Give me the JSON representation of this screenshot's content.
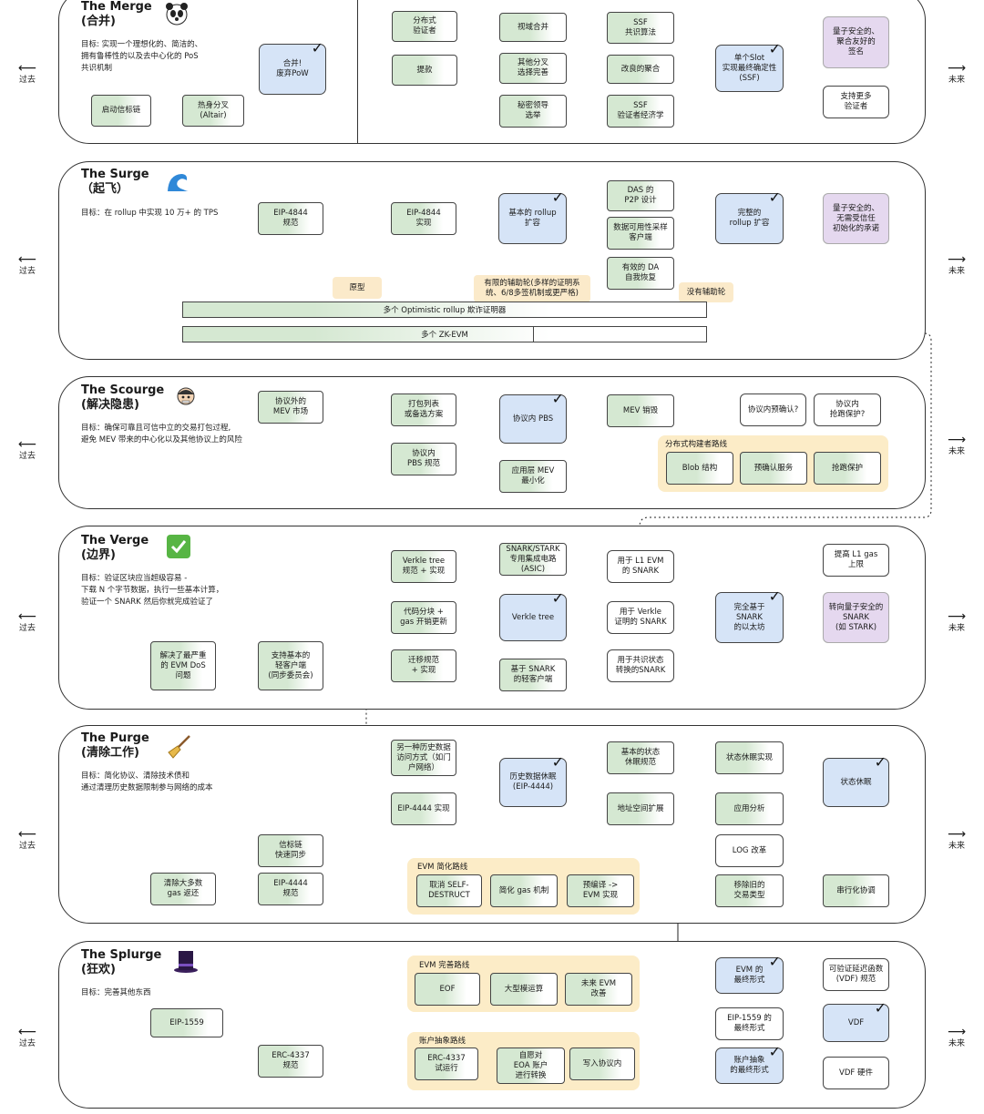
{
  "time": {
    "past": "过去",
    "future": "未来"
  },
  "panels": [
    {
      "title": "The Merge\n(合并)",
      "goal": "目标: 实现一个理想化的、简洁的、\n拥有鲁棒性的以及去中心化的 PoS\n共识机制",
      "icon": "panda-icon",
      "nodes": {
        "start_chain": "启动信标链",
        "altair": "热身分叉\n(Altair)",
        "merge": "合并!\n废弃PoW",
        "dvt": "分布式\n验证者",
        "withdraw": "提款",
        "view_merge": "视域合并",
        "other_forks": "其他分叉\n选择完善",
        "secret_leader": "秘密领导\n选举",
        "ssf_consensus": "SSF\n共识算法",
        "better_agg": "改良的聚合",
        "ssf_econ": "SSF\n验证者经济学",
        "ssf": "单个Slot\n实现最终确定性\n(SSF)",
        "quantum_sig": "量子安全的、\n聚合友好的\n签名",
        "more_validators": "支持更多\n验证者"
      }
    },
    {
      "title": "The Surge\n（起飞）",
      "goal": "目标：在 rollup 中实现 10 万+ 的 TPS",
      "icon": "wave-icon",
      "nodes": {
        "eip4844_spec": "EIP-4844\n规范",
        "eip4844_impl": "EIP-4844\n实现",
        "basic_rollup": "基本的 rollup\n扩容",
        "das_p2p": "DAS 的\nP2P 设计",
        "das_client": "数据可用性采样\n客户端",
        "da_repair": "有效的 DA\n自我恢复",
        "full_rollup": "完整的\nrollup 扩容",
        "quantum_setup": "量子安全的、\n无需受信任\n初始化的承诺",
        "prototype": "原型",
        "limited_wheels": "有限的辅助轮(多样的证明系\n统、6/8多签机制或更严格)",
        "no_wheels": "没有辅助轮",
        "optimistic": "多个 Optimistic rollup 欺诈证明器",
        "zkevm": "多个 ZK-EVM"
      }
    },
    {
      "title": "The Scourge\n(解决隐患)",
      "goal": "目标：确保可靠且可信中立的交易打包过程,\n避免 MEV 带来的中心化以及其他协议上的风险",
      "icon": "face-icon",
      "nodes": {
        "extra_mev": "协议外的\nMEV 市场",
        "inclusion_list": "打包列表\n或备选方案",
        "pbs_spec": "协议内\nPBS 规范",
        "epbs": "协议内 PBS",
        "app_mev": "应用层 MEV\n最小化",
        "mev_burn": "MEV 销毁",
        "preconf": "协议内预确认?",
        "frontrun": "协议内\n抢跑保护?",
        "dist_route": "分布式构建者路线",
        "blob_struct": "Blob 结构",
        "preconf_svc": "预确认服务",
        "frontrun_prot": "抢跑保护"
      }
    },
    {
      "title": "The Verge\n(边界)",
      "goal": "目标：验证区块应当超级容易 -\n下载 N 个字节数据，执行一些基本计算，\n验证一个 SNARK 然后你就完成验证了",
      "icon": "checkmark-icon",
      "nodes": {
        "evm_dos": "解决了最严重\n的 EVM DoS\n问题",
        "light_client": "支持基本的\n轻客户端\n(同步委员会)",
        "verkle_spec": "Verkle tree\n规范 + 实现",
        "code_chunk": "代码分块 +\ngas 开销更新",
        "migration": "迁移规范\n+ 实现",
        "snark_asic": "SNARK/STARK\n专用集成电路\n(ASIC)",
        "verkle_tree": "Verkle tree",
        "snark_light": "基于 SNARK\n的轻客户端",
        "l1_evm_snark": "用于 L1 EVM\n的 SNARK",
        "verkle_snark": "用于 Verkle\n证明的 SNARK",
        "consensus_snark": "用于共识状态\n转换的SNARK",
        "full_snark": "完全基于\nSNARK\n的以太坊",
        "l1_gas": "提高 L1 gas\n上限",
        "quantum_snark": "转向量子安全的\nSNARK\n(如 STARK)"
      }
    },
    {
      "title": "The Purge\n(清除工作)",
      "goal": "目标：简化协议、清除技术债和\n通过清理历史数据限制参与网络的成本",
      "icon": "broom-icon",
      "nodes": {
        "gas_refund": "清除大多数\ngas 返还",
        "eip4444_spec": "EIP-4444\n规范",
        "beacon_sync": "信标链\n快速同步",
        "history_access": "另一种历史数据\n访问方式（如门\n户网络）",
        "eip4444_impl": "EIP-4444 实现",
        "history_expiry": "历史数据休眠\n(EIP-4444)",
        "state_expiry_spec": "基本的状态\n休眠规范",
        "addr_ext": "地址空间扩展",
        "state_expiry_impl": "状态休眠实现",
        "app_analysis": "应用分析",
        "state_expiry": "状态休眠",
        "log_reform": "LOG 改革",
        "old_tx": "移除旧的\n交易类型",
        "serialization": "串行化协调",
        "evm_route": "EVM 简化路线",
        "selfdestruct": "取消 SELF-\nDESTRUCT",
        "gas_simplify": "简化 gas 机制",
        "precompile": "预编译 ->\nEVM 实现"
      }
    },
    {
      "title": "The Splurge\n(狂欢)",
      "goal": "目标：完善其他东西",
      "icon": "top-hat-icon",
      "nodes": {
        "eip1559": "EIP-1559",
        "erc4337_spec": "ERC-4337\n规范",
        "evm_route": "EVM 完善路线",
        "eof": "EOF",
        "bigmod": "大型模运算",
        "future_evm": "未来 EVM\n改善",
        "evm_final": "EVM 的\n最终形式",
        "eip1559_final": "EIP-1559 的\n最终形式",
        "aa_route": "账户抽象路线",
        "erc4337_trial": "ERC-4337\n试运行",
        "eoa_convert": "自愿对\nEOA 账户\n进行转换",
        "write_protocol": "写入协议内",
        "aa_final": "账户抽象\n的最终形式",
        "vdf_spec": "可验证延迟函数\n(VDF) 规范",
        "vdf": "VDF",
        "vdf_hw": "VDF 硬件"
      }
    }
  ],
  "colors": {
    "done": "#d5e8d2",
    "research": "#d6e4f7",
    "future": "#e5d8ef",
    "route": "#fcecc7",
    "highlight": "#e53526"
  }
}
